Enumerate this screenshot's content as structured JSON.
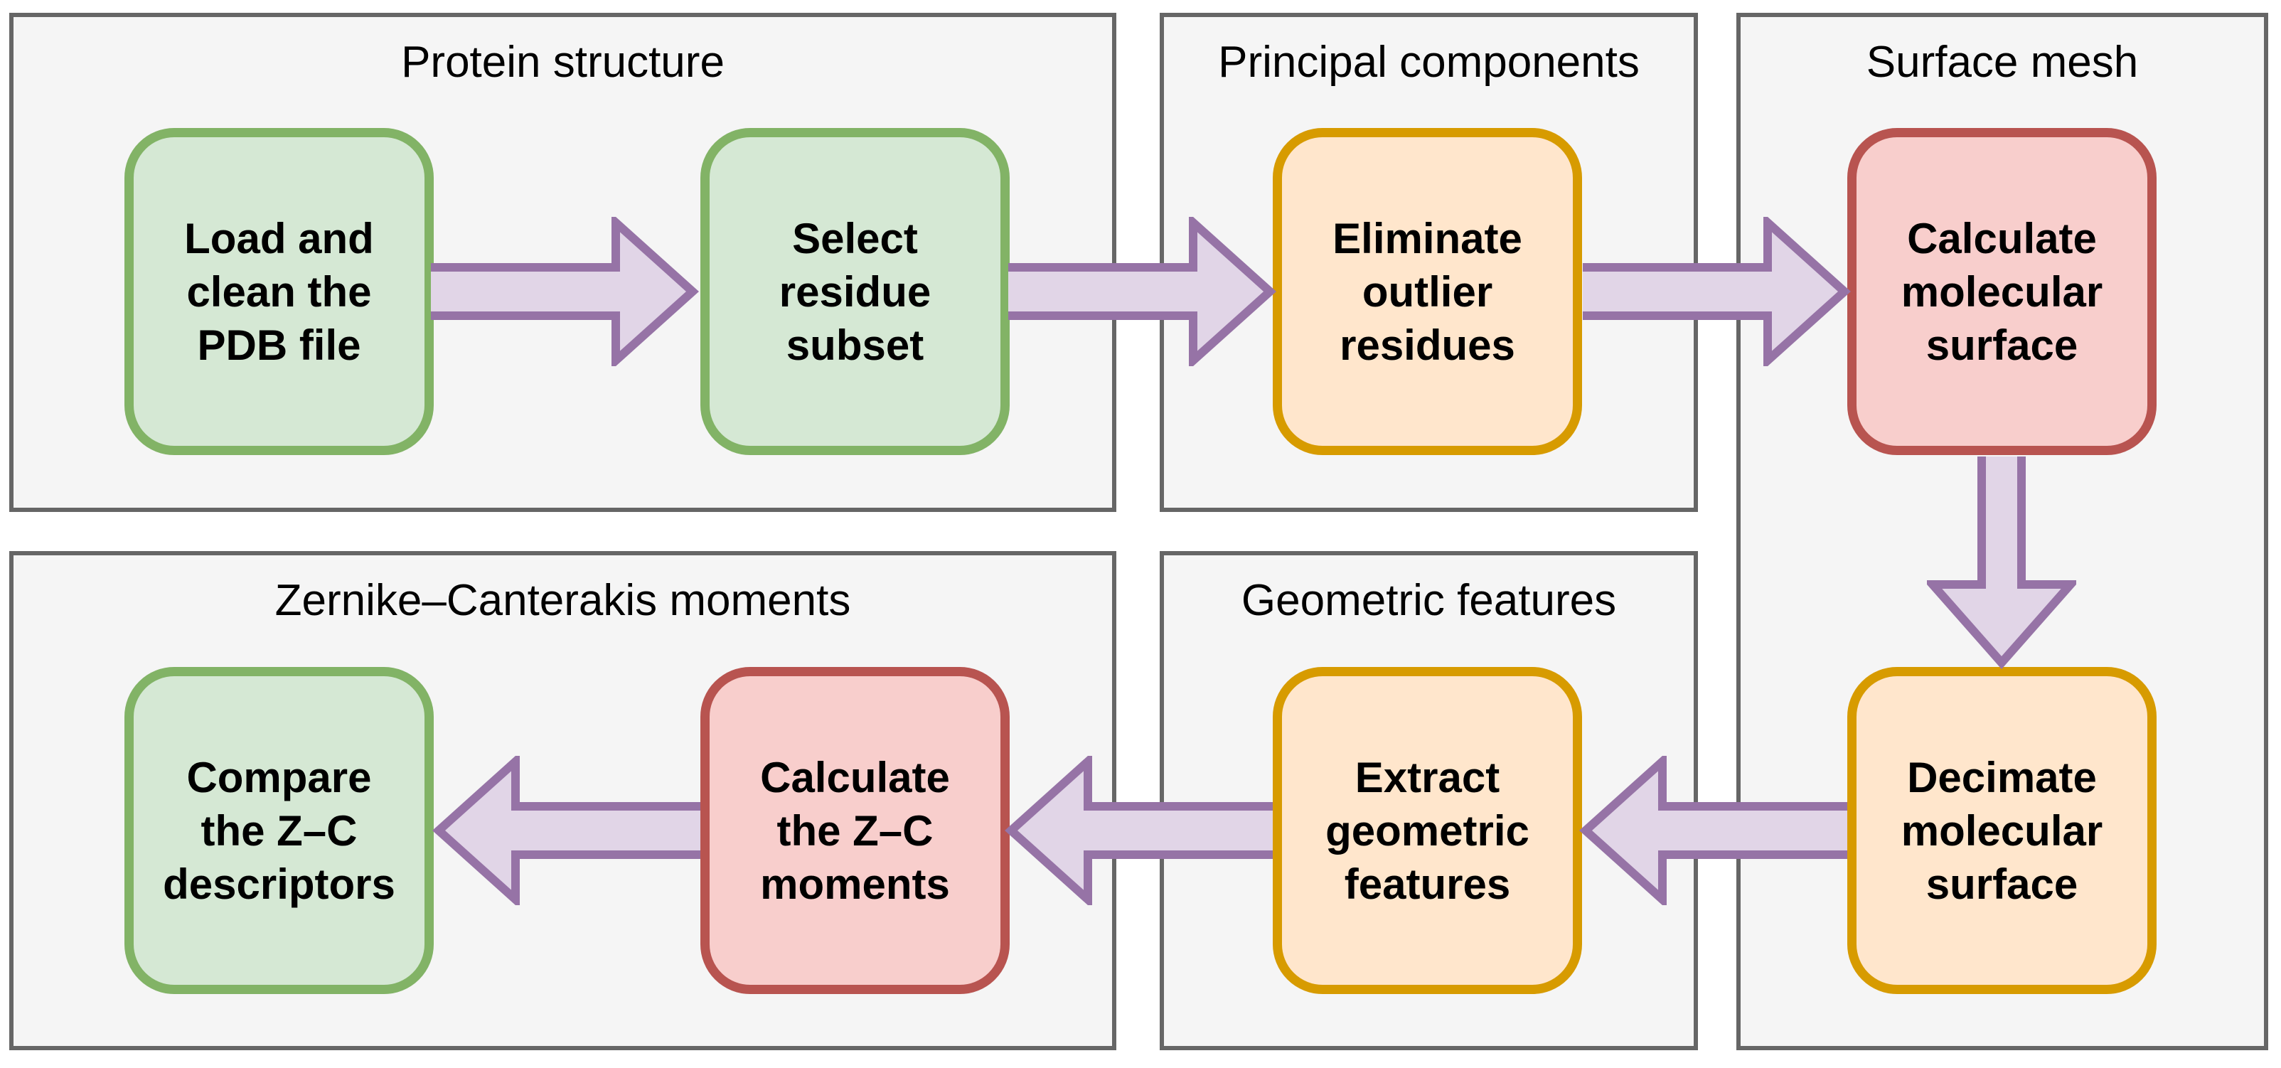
{
  "palette": {
    "page_bg": "#ffffff",
    "group_fill": "#f5f5f5",
    "group_border": "#666666",
    "green_fill": "#d5e8d4",
    "green_border": "#82b366",
    "orange_fill": "#ffe6cc",
    "orange_border": "#d79b00",
    "red_fill": "#f8cecc",
    "red_border": "#b85450",
    "arrow_fill": "#e1d5e7",
    "arrow_border": "#9673a6",
    "text": "#000000"
  },
  "groups": [
    {
      "id": "protein-structure",
      "title": "Protein structure"
    },
    {
      "id": "principal-components",
      "title": "Principal components"
    },
    {
      "id": "surface-mesh",
      "title": "Surface mesh"
    },
    {
      "id": "zernike-canterakis-moments",
      "title": "Zernike–Canterakis moments"
    },
    {
      "id": "geometric-features",
      "title": "Geometric features"
    }
  ],
  "nodes": [
    {
      "id": "load-clean-pdb",
      "label": "Load and\nclean the\nPDB file",
      "color": "green",
      "group": "protein-structure"
    },
    {
      "id": "select-residue-subset",
      "label": "Select\nresidue\nsubset",
      "color": "green",
      "group": "protein-structure"
    },
    {
      "id": "eliminate-outlier-residues",
      "label": "Eliminate\noutlier\nresidues",
      "color": "orange",
      "group": "principal-components"
    },
    {
      "id": "calculate-molecular-surface",
      "label": "Calculate\nmolecular\nsurface",
      "color": "red",
      "group": "surface-mesh"
    },
    {
      "id": "decimate-molecular-surface",
      "label": "Decimate\nmolecular\nsurface",
      "color": "orange",
      "group": "surface-mesh"
    },
    {
      "id": "extract-geometric-features",
      "label": "Extract\ngeometric\nfeatures",
      "color": "orange",
      "group": "geometric-features"
    },
    {
      "id": "calculate-zc-moments",
      "label": "Calculate\nthe Z–C\nmoments",
      "color": "red",
      "group": "zernike-canterakis-moments"
    },
    {
      "id": "compare-zc-descriptors",
      "label": "Compare\nthe Z–C\ndescriptors",
      "color": "green",
      "group": "zernike-canterakis-moments"
    }
  ],
  "arrows": [
    {
      "from": "load-clean-pdb",
      "to": "select-residue-subset",
      "direction": "right"
    },
    {
      "from": "select-residue-subset",
      "to": "eliminate-outlier-residues",
      "direction": "right"
    },
    {
      "from": "eliminate-outlier-residues",
      "to": "calculate-molecular-surface",
      "direction": "right"
    },
    {
      "from": "calculate-molecular-surface",
      "to": "decimate-molecular-surface",
      "direction": "down"
    },
    {
      "from": "decimate-molecular-surface",
      "to": "extract-geometric-features",
      "direction": "left"
    },
    {
      "from": "extract-geometric-features",
      "to": "calculate-zc-moments",
      "direction": "left"
    },
    {
      "from": "calculate-zc-moments",
      "to": "compare-zc-descriptors",
      "direction": "left"
    }
  ]
}
